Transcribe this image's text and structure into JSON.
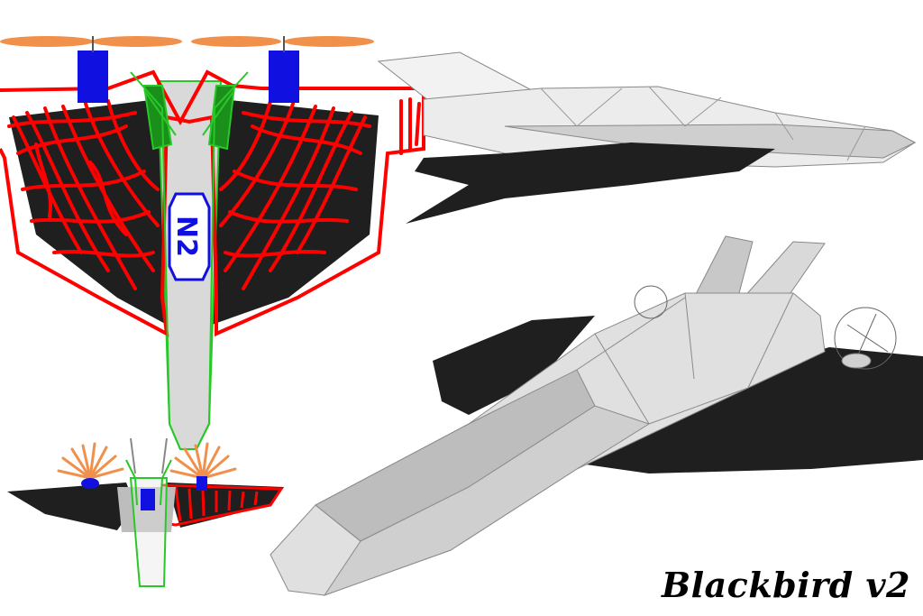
{
  "caption": "Blackbird v2",
  "top_view_label": "N2",
  "colors": {
    "background": "#ffffff",
    "wing_dark": "#1f1f1f",
    "hull_light": "#e6e6e6",
    "hull_mid": "#bdbdbd",
    "red_markup": "#ff0000",
    "green_frame": "#28c828",
    "blue_engine": "#1010e0",
    "rotor_orange": "#f0904a"
  },
  "views": [
    "top-view",
    "front-view",
    "side-view",
    "perspective-view"
  ]
}
